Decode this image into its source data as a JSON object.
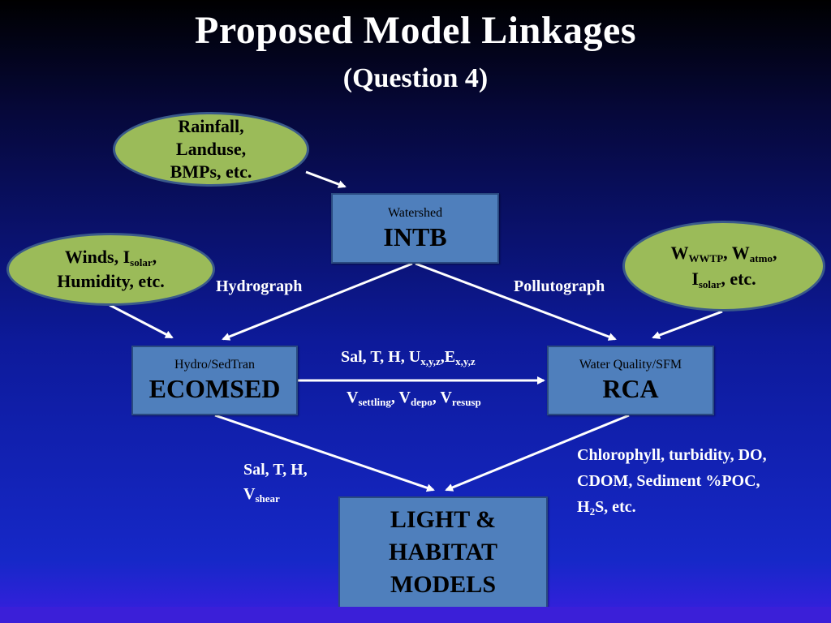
{
  "title": "Proposed Model Linkages",
  "subtitle": "(Question 4)",
  "inputs": {
    "rainfall": {
      "line1": "Rainfall,",
      "line2": "Landuse,",
      "line3": "BMPs, etc."
    },
    "winds": {
      "w": "Winds, I",
      "w_sub": "solar",
      "w_end": ",",
      "line2": "Humidity, etc."
    },
    "loads": {
      "w1": "W",
      "w1_sub": "WWTP",
      "sep": ", W",
      "w2_sub": "atmo",
      "comma": ",",
      "i": "I",
      "i_sub": "solar",
      "end": ", etc."
    }
  },
  "models": {
    "watershed": {
      "label": "Watershed",
      "name": "INTB"
    },
    "hydro": {
      "label": "Hydro/SedTran",
      "name": "ECOMSED"
    },
    "wq": {
      "label": "Water Quality/SFM",
      "name": "RCA"
    },
    "light": {
      "line1": "LIGHT &",
      "line2": "HABITAT",
      "line3": "MODELS"
    }
  },
  "links": {
    "hydrograph": "Hydrograph",
    "pollutograph": "Pollutograph",
    "transfer1": {
      "a": "Sal, T, H, U",
      "a_sub": "x,y,z",
      "b": ",E",
      "b_sub": "x,y,z"
    },
    "transfer2": {
      "a": "V",
      "a_sub": "settling",
      "b": ", V",
      "b_sub": "depo",
      "c": ", V",
      "c_sub": "resusp"
    },
    "sal_out": {
      "line1": "Sal, T, H,",
      "v": "V",
      "v_sub": "shear"
    },
    "chl_out": {
      "line1": "Chlorophyll, turbidity, DO,",
      "line2": "CDOM, Sediment %POC,",
      "h": "H",
      "h_sub": "2",
      "h_end": "S, etc."
    }
  },
  "colors": {
    "ellipse_fill": "#9bbb59",
    "box_fill": "#4f7fbc",
    "arrow": "#ffffff"
  }
}
